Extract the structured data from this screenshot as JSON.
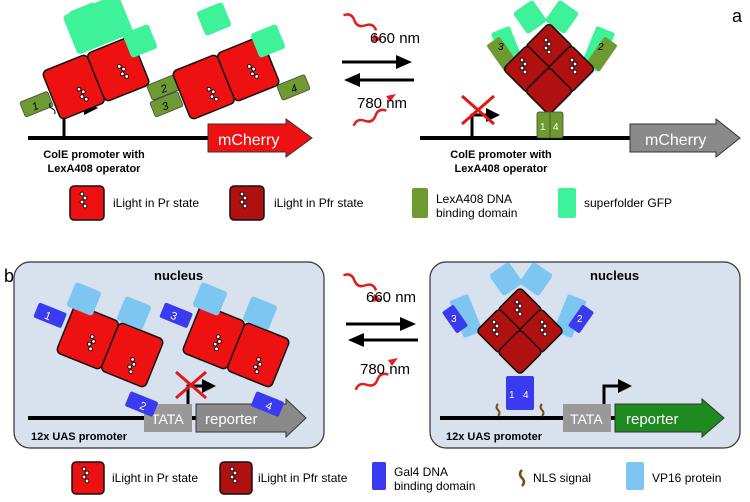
{
  "panel_a": {
    "label": "a",
    "light_forward": "660 nm",
    "light_reverse": "780 nm",
    "dimer1_domains": [
      "1",
      "2"
    ],
    "dimer2_domains": [
      "3",
      "4"
    ],
    "bound_domains": [
      "1",
      "4"
    ],
    "complex_domains": [
      "3",
      "2"
    ],
    "promoter_line1": "ColE promoter with",
    "promoter_line2": "LexA408 operator",
    "reporter": "mCherry",
    "legend": {
      "pr": "iLight in Pr state",
      "pfr": "iLight in Pfr state",
      "lexa_line1": "LexA408 DNA",
      "lexa_line2": "binding domain",
      "gfp": "superfolder GFP"
    }
  },
  "panel_b": {
    "label": "b",
    "compartment": "nucleus",
    "light_forward": "660 nm",
    "light_reverse": "780 nm",
    "dimer1_domains": [
      "1",
      "2"
    ],
    "dimer2_domains": [
      "3",
      "4"
    ],
    "bound_domains": [
      "1",
      "4"
    ],
    "complex_domains": [
      "3",
      "2"
    ],
    "tata": "TATA",
    "reporter": "reporter",
    "promoter": "12x UAS promoter",
    "legend": {
      "pr": "iLight in Pr state",
      "pfr": "iLight in Pfr state",
      "gal4_line1": "Gal4 DNA",
      "gal4_line2": "binding domain",
      "nls": "NLS signal",
      "vp16": "VP16 protein"
    }
  },
  "colors": {
    "pr": "#ee1111",
    "pfr": "#b01010",
    "lexa": "#6e9a32",
    "gfp": "#3ef29a",
    "gal4": "#3a3af0",
    "vp16": "#7ec6f2",
    "nucleus": "#d8e2ef",
    "mcherry_active": "#ee1111",
    "reporter_active": "#1f8a1f",
    "inactive": "#8a8a8a",
    "wave": "#e02020"
  }
}
